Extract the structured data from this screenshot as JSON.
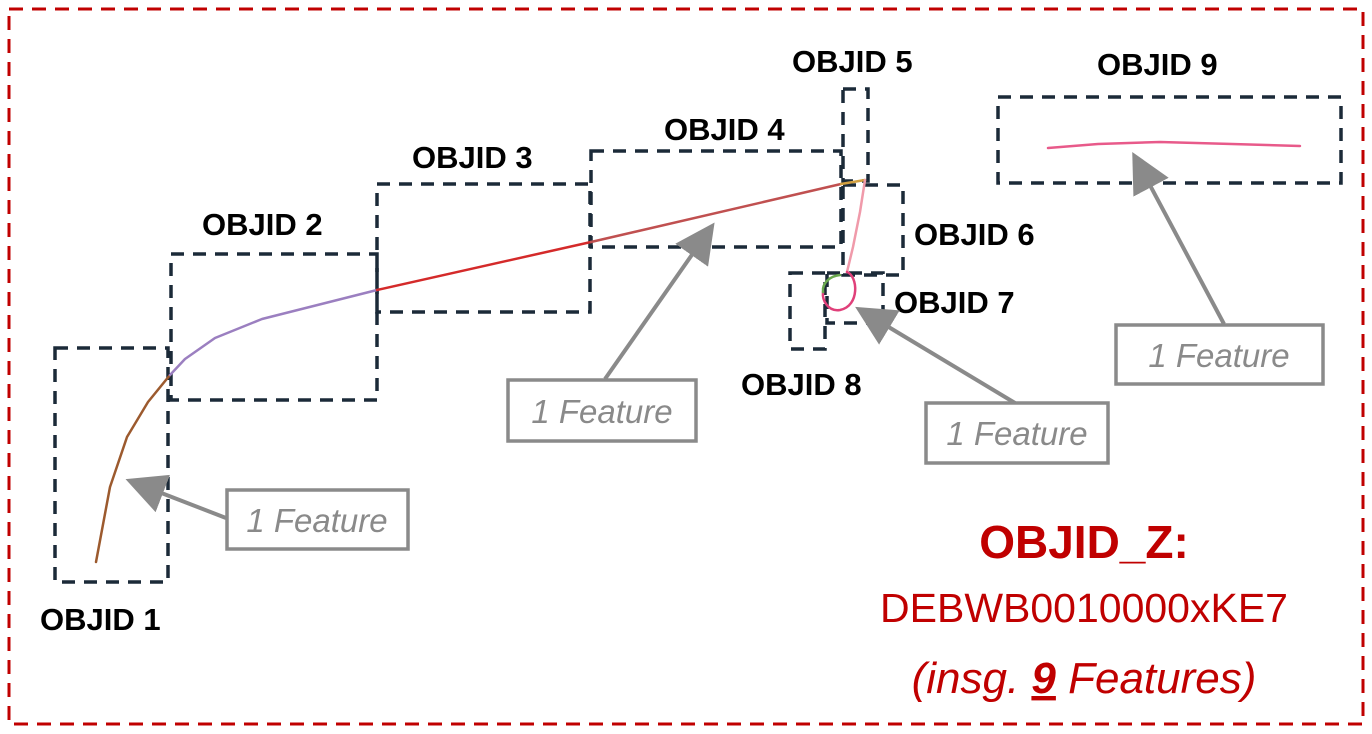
{
  "objects": [
    {
      "id": "obj1",
      "label": "OBJID 1"
    },
    {
      "id": "obj2",
      "label": "OBJID 2"
    },
    {
      "id": "obj3",
      "label": "OBJID 3"
    },
    {
      "id": "obj4",
      "label": "OBJID 4"
    },
    {
      "id": "obj5",
      "label": "OBJID 5"
    },
    {
      "id": "obj6",
      "label": "OBJID 6"
    },
    {
      "id": "obj7",
      "label": "OBJID 7"
    },
    {
      "id": "obj8",
      "label": "OBJID 8"
    },
    {
      "id": "obj9",
      "label": "OBJID 9"
    }
  ],
  "callouts": [
    {
      "label": "1 Feature"
    },
    {
      "label": "1 Feature"
    },
    {
      "label": "1 Feature"
    },
    {
      "label": "1 Feature"
    }
  ],
  "summary": {
    "title": "OBJID_Z:",
    "value": "DEBWB0010000xKE7",
    "count_prefix": "(insg. ",
    "count": "9",
    "count_suffix": " Features)"
  },
  "colors": {
    "frame": "#c00000",
    "object_box": "#1b2a38",
    "callout": "#8a8a8a",
    "feature_obj1": "#9c5a2e",
    "feature_obj2": "#9b7fc0",
    "feature_obj3": "#d42a2a",
    "feature_obj4": "#c05050",
    "feature_obj5": "#d2a040",
    "feature_obj6": "#f09aaa",
    "feature_obj7": "#e0407a",
    "feature_obj8": "#6aa84f",
    "feature_obj9": "#e85a8a"
  }
}
